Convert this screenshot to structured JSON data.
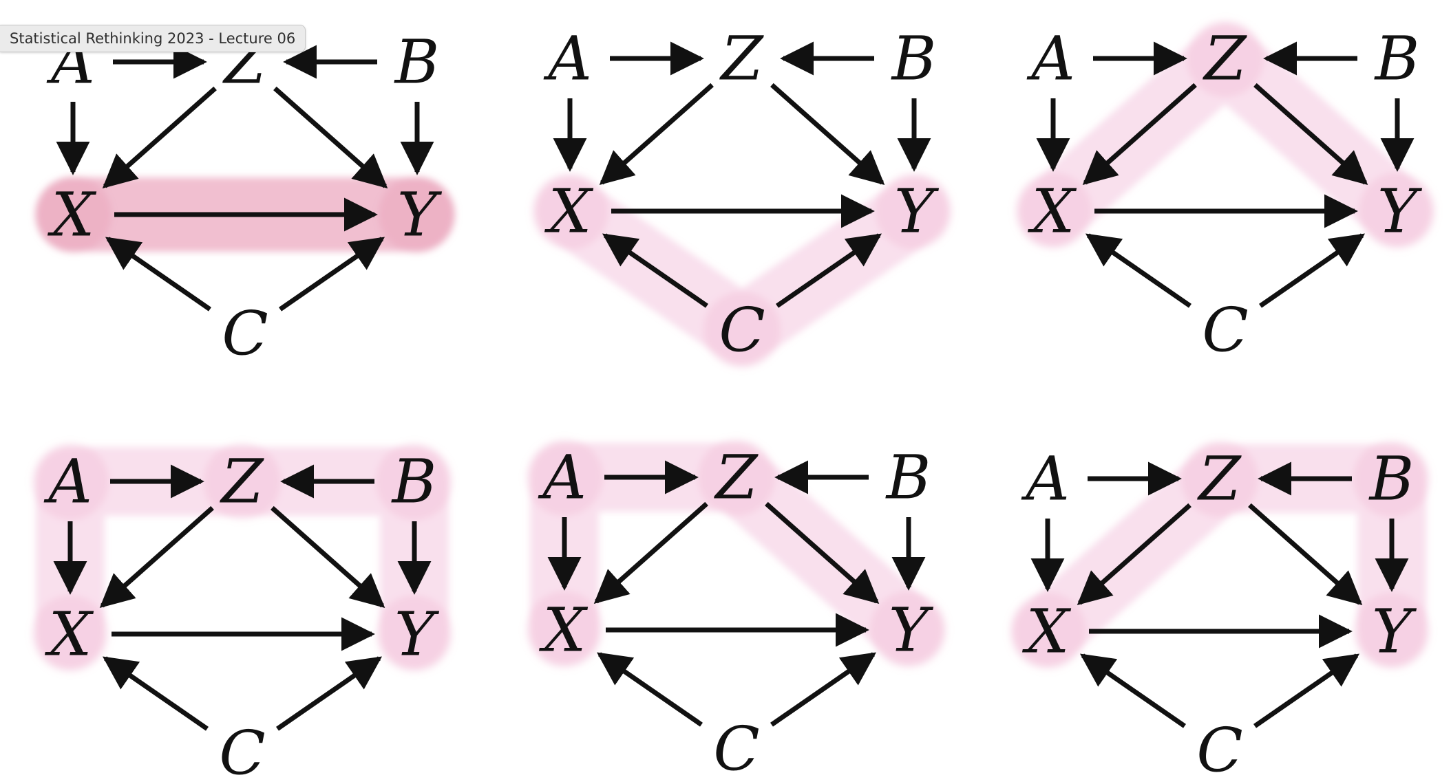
{
  "window": {
    "title": "Statistical Rethinking 2023 - Lecture 06"
  },
  "colors": {
    "highlight": "#ec9ec6",
    "highlight_strong": "#e58aa9",
    "ink": "#111111",
    "tab_bg": "#ebebeb"
  },
  "nodes": [
    {
      "id": "A",
      "label": "A"
    },
    {
      "id": "Z",
      "label": "Z"
    },
    {
      "id": "B",
      "label": "B"
    },
    {
      "id": "X",
      "label": "X"
    },
    {
      "id": "Y",
      "label": "Y"
    },
    {
      "id": "C",
      "label": "C"
    }
  ],
  "edges": [
    {
      "from": "A",
      "to": "Z"
    },
    {
      "from": "B",
      "to": "Z"
    },
    {
      "from": "A",
      "to": "X"
    },
    {
      "from": "B",
      "to": "Y"
    },
    {
      "from": "Z",
      "to": "X"
    },
    {
      "from": "Z",
      "to": "Y"
    },
    {
      "from": "X",
      "to": "Y"
    },
    {
      "from": "C",
      "to": "X"
    },
    {
      "from": "C",
      "to": "Y"
    }
  ],
  "panels": [
    {
      "id": "panel-1",
      "highlighted_path": [
        "X",
        "Y"
      ],
      "style": "strong"
    },
    {
      "id": "panel-2",
      "highlighted_path": [
        "X",
        "C",
        "Y"
      ],
      "style": "light"
    },
    {
      "id": "panel-3",
      "highlighted_path": [
        "X",
        "Z",
        "Y"
      ],
      "style": "light"
    },
    {
      "id": "panel-4",
      "highlighted_path": [
        "X",
        "A",
        "Z",
        "B",
        "Y"
      ],
      "style": "light"
    },
    {
      "id": "panel-5",
      "highlighted_path": [
        "X",
        "A",
        "Z",
        "Y"
      ],
      "style": "light"
    },
    {
      "id": "panel-6",
      "highlighted_path": [
        "X",
        "Z",
        "B",
        "Y"
      ],
      "style": "light"
    }
  ]
}
